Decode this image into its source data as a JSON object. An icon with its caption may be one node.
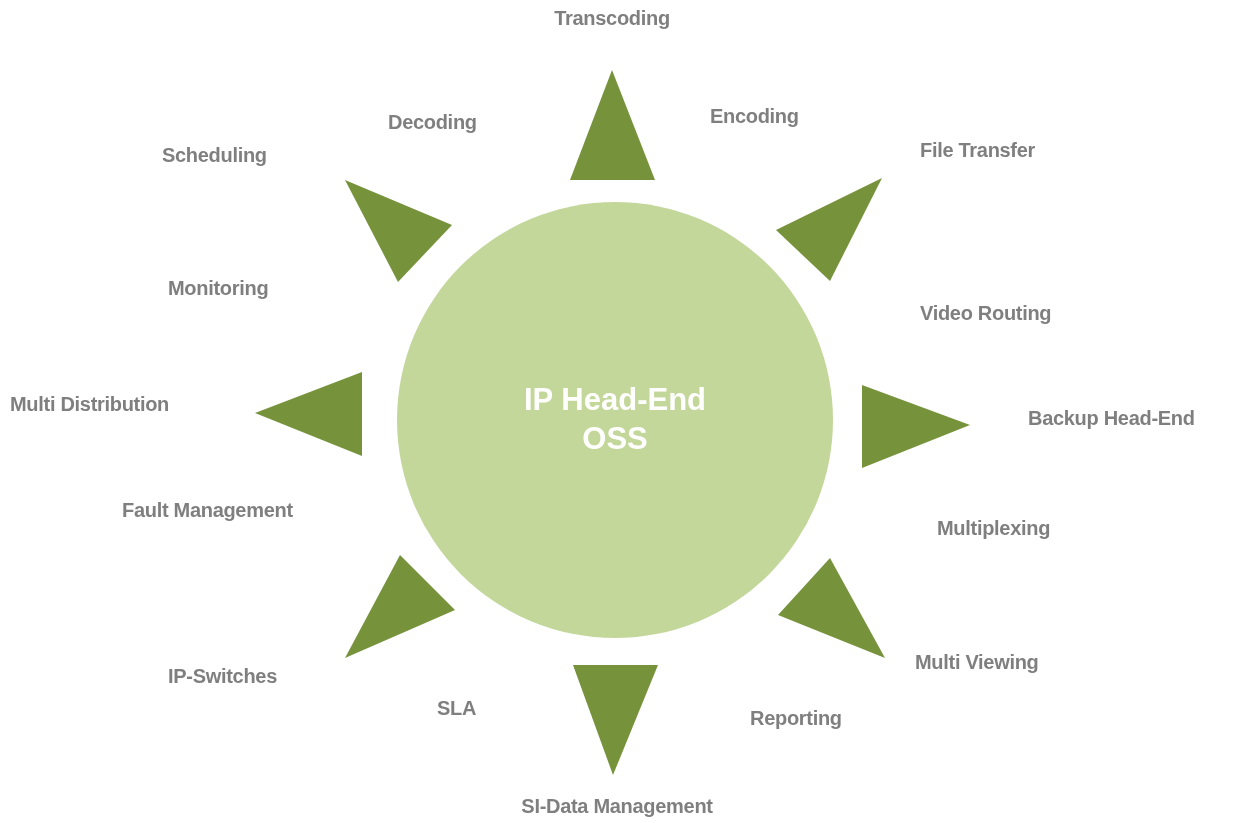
{
  "diagram": {
    "nodes": [
      {
        "text": [
          "IP Head-End OSS"
        ]
      }
    ],
    "labels": [
      "Transcoding",
      "Decoding",
      "Encoding",
      "Scheduling",
      "File Transfer",
      "Monitoring",
      "Video Routing",
      "Multi Distribution",
      "Backup Head-End",
      "Fault Management",
      "Multiplexing",
      "Multi Viewing",
      "IP-Switches",
      "SLA",
      "Reporting",
      "SI-Data Management"
    ]
  }
}
